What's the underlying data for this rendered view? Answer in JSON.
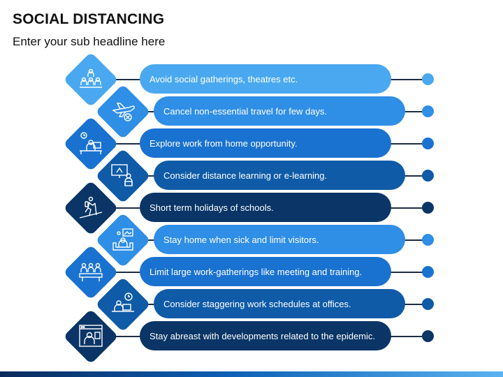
{
  "header": {
    "title": "SOCIAL DISTANCING",
    "subtitle": "Enter your sub headline here"
  },
  "items": [
    {
      "text": "Avoid social gatherings, theatres etc.",
      "color": "#4aa8f0",
      "icon": "people-group-icon"
    },
    {
      "text": "Cancel non-essential  travel for few days.",
      "color": "#2f8ee6",
      "icon": "airplane-cancel-icon"
    },
    {
      "text": "Explore work from home opportunity.",
      "color": "#1a72d0",
      "icon": "home-office-icon"
    },
    {
      "text": "Consider distance learning or e-learning.",
      "color": "#0f5ba8",
      "icon": "e-learning-icon"
    },
    {
      "text": "Short term holidays  of schools.",
      "color": "#0a3566",
      "icon": "hiking-icon"
    },
    {
      "text": "Stay home when sick and limit visitors.",
      "color": "#2f8ee6",
      "icon": "stay-home-icon"
    },
    {
      "text": "Limit large work-gatherings like meeting and training.",
      "color": "#1a72d0",
      "icon": "meeting-icon"
    },
    {
      "text": "Consider  staggering work schedules  at offices.",
      "color": "#0f5ba8",
      "icon": "work-schedule-icon"
    },
    {
      "text": "Stay abreast with developments  related to the epidemic.",
      "color": "#0a3566",
      "icon": "news-update-icon"
    }
  ]
}
